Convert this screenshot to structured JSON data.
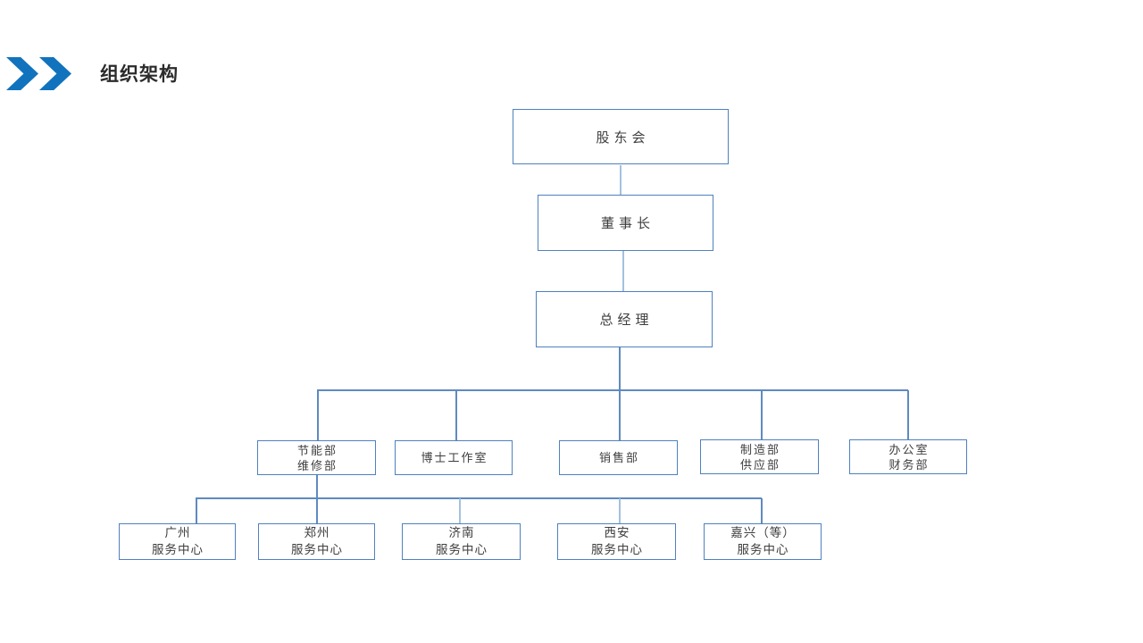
{
  "slide": {
    "title": "组织架构"
  },
  "colors": {
    "accent_blue": "#1173bd",
    "box_border": "#4f81bd",
    "connector": "#5f8abf",
    "title_text": "#2b2b2b",
    "node_text": "#3e3e3e",
    "background": "#ffffff"
  },
  "org_chart": {
    "nodes": {
      "shareholders": {
        "line1": "股东会"
      },
      "chairman": {
        "line1": "董事长"
      },
      "general_manager": {
        "line1": "总经理"
      },
      "energy_maintenance": {
        "line1": "节能部",
        "line2": "维修部"
      },
      "doctor_studio": {
        "line1": "博士工作室"
      },
      "sales": {
        "line1": "销售部"
      },
      "manufacturing_supply": {
        "line1": "制造部",
        "line2": "供应部"
      },
      "office_finance": {
        "line1": "办公室",
        "line2": "财务部"
      },
      "guangzhou_center": {
        "line1": "广州",
        "line2": "服务中心"
      },
      "zhengzhou_center": {
        "line1": "郑州",
        "line2": "服务中心"
      },
      "jinan_center": {
        "line1": "济南",
        "line2": "服务中心"
      },
      "xian_center": {
        "line1": "西安",
        "line2": "服务中心"
      },
      "jiaxing_center": {
        "line1": "嘉兴（等）",
        "line2": "服务中心"
      }
    }
  }
}
